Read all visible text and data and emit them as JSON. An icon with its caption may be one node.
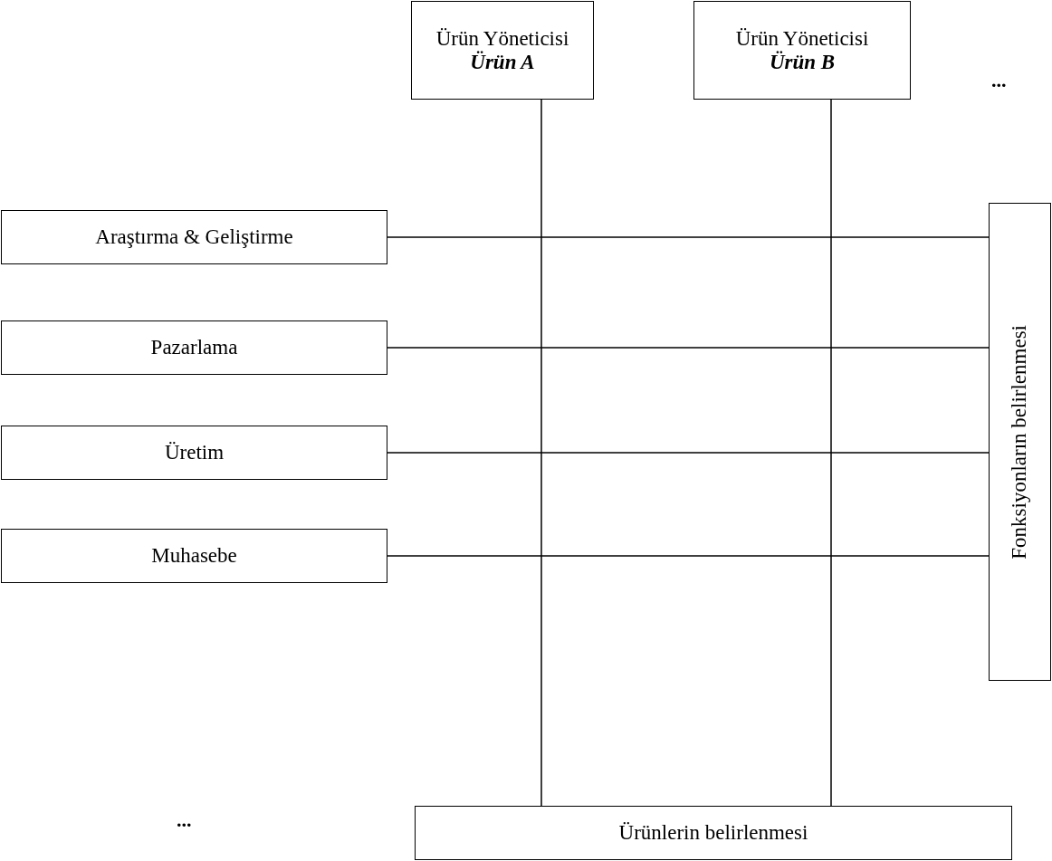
{
  "diagram": {
    "nodes": [
      {
        "text": [
          "Ürün Yöneticisi",
          "Ürün A"
        ]
      },
      {
        "text": [
          "Ürün Yöneticisi",
          "Ürün B"
        ]
      },
      {
        "text": [
          "Araştırma & Geliştirme"
        ]
      },
      {
        "text": [
          "Pazarlama"
        ]
      },
      {
        "text": [
          "Üretim"
        ]
      },
      {
        "text": [
          "Muhasebe"
        ]
      },
      {
        "text": [
          "Fonksiyonların belirlenmesi"
        ]
      },
      {
        "text": [
          "Ürünlerin belirlenmesi"
        ]
      }
    ],
    "edges": [
      {
        "from": 0,
        "to": 7,
        "arrow": "none"
      },
      {
        "from": 1,
        "to": 7,
        "arrow": "none"
      },
      {
        "from": 2,
        "to": 6,
        "arrow": "none"
      },
      {
        "from": 3,
        "to": 6,
        "arrow": "none"
      },
      {
        "from": 4,
        "to": 6,
        "arrow": "none"
      },
      {
        "from": 5,
        "to": 6,
        "arrow": "none"
      }
    ],
    "labels": [
      "...",
      "..."
    ]
  }
}
